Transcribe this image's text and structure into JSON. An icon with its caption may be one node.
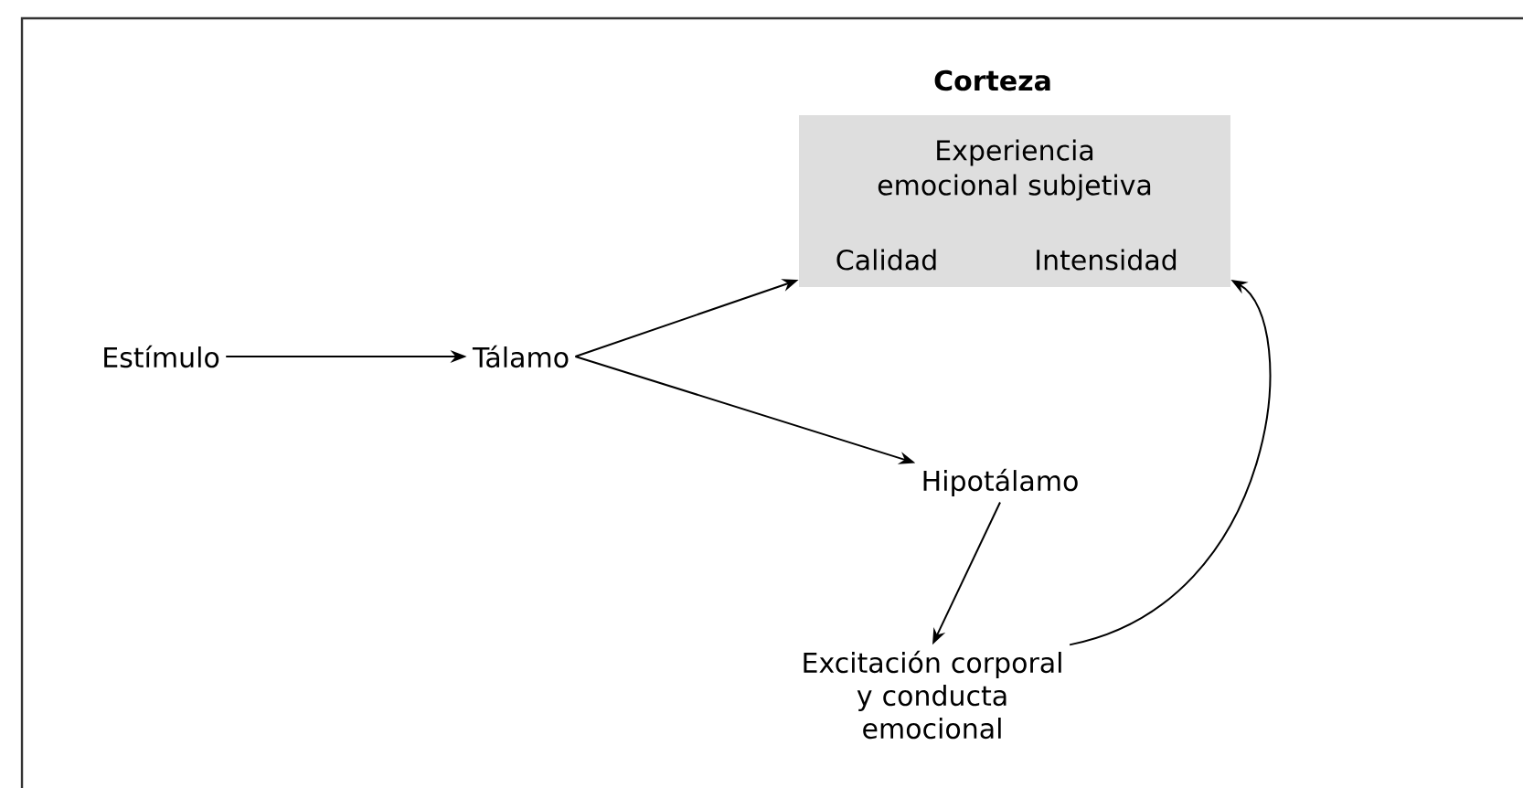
{
  "diagram": {
    "nodes": [
      {
        "text": [
          "Estímulo"
        ]
      },
      {
        "text": [
          "Tálamo"
        ]
      },
      {
        "text": [
          "Corteza",
          "Experiencia emocional subjetiva",
          "Calidad",
          "Intensidad"
        ]
      },
      {
        "text": [
          "Hipotálamo"
        ]
      },
      {
        "text": [
          "Excitación corporal y conducta emocional"
        ]
      }
    ],
    "edges": [
      {
        "from": 0,
        "to": 1,
        "arrow": "to"
      },
      {
        "from": 1,
        "to": 2,
        "arrow": "to"
      },
      {
        "from": 1,
        "to": 3,
        "arrow": "to"
      },
      {
        "from": 3,
        "to": 4,
        "arrow": "to"
      },
      {
        "from": 4,
        "to": 2,
        "arrow": "to"
      }
    ]
  }
}
